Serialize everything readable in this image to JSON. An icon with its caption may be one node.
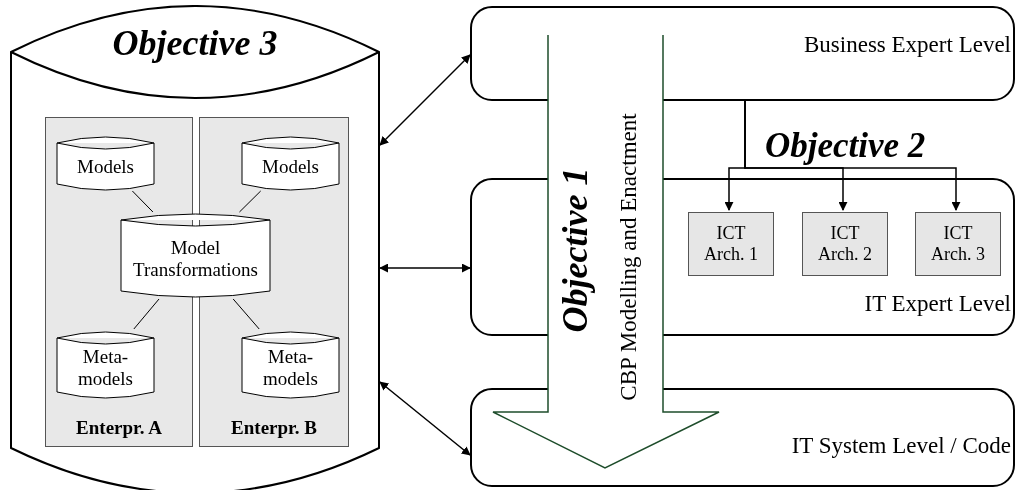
{
  "diagram": {
    "nodes": [
      {
        "text": [
          "Objective 3"
        ]
      },
      {
        "text": [
          "Enterpr. A"
        ],
        "in": 0
      },
      {
        "text": [
          "Enterpr. B"
        ],
        "in": 0
      },
      {
        "text": [
          "Models"
        ],
        "in": 1
      },
      {
        "text": [
          "Models"
        ],
        "in": 2
      },
      {
        "text": [
          "Model Transformations"
        ],
        "in": 0
      },
      {
        "text": [
          "Meta- models"
        ],
        "in": 1
      },
      {
        "text": [
          "Meta- models"
        ],
        "in": 2
      },
      {
        "text": [
          "Business Expert Level"
        ]
      },
      {
        "text": [
          "IT Expert Level"
        ]
      },
      {
        "text": [
          "IT System Level / Code"
        ]
      },
      {
        "text": [
          "ICT Arch. 1"
        ],
        "in": 9
      },
      {
        "text": [
          "ICT Arch. 2"
        ],
        "in": 9
      },
      {
        "text": [
          "ICT Arch. 3"
        ],
        "in": 9
      }
    ],
    "edges": [
      {
        "from": 3,
        "to": 5,
        "arrow": "none"
      },
      {
        "from": 4,
        "to": 5,
        "arrow": "none"
      },
      {
        "from": 6,
        "to": 5,
        "arrow": "none"
      },
      {
        "from": 7,
        "to": 5,
        "arrow": "none"
      },
      {
        "from": 0,
        "to": 8,
        "arrow": "both"
      },
      {
        "from": 0,
        "to": 9,
        "arrow": "both"
      },
      {
        "from": 0,
        "to": 10,
        "arrow": "both"
      },
      {
        "from": 8,
        "to": 11,
        "arrow": "to"
      },
      {
        "from": 8,
        "to": 12,
        "arrow": "to"
      },
      {
        "from": 8,
        "to": 13,
        "arrow": "to"
      },
      {
        "from": 8,
        "to": 10,
        "arrow": "to",
        "style": "thick",
        "color": "#1e4d2b",
        "label": "CBP Modelling and Enactment"
      }
    ],
    "labels": [
      "Objective 1",
      "Objective 2"
    ]
  }
}
